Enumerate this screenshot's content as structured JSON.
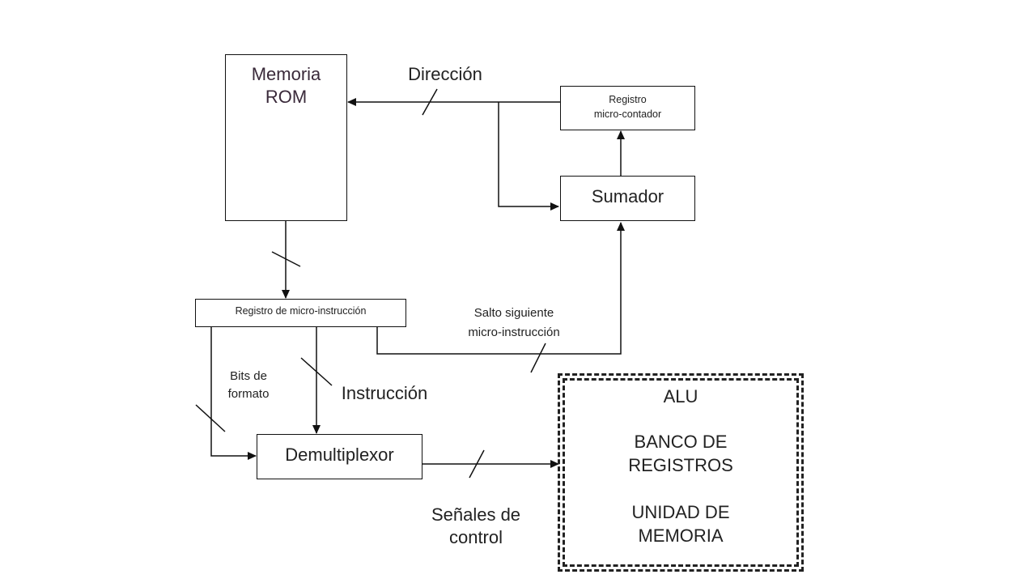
{
  "blocks": {
    "rom": {
      "line1": "Memoria",
      "line2": "ROM"
    },
    "micro_counter": {
      "line1": "Registro",
      "line2": "micro-contador"
    },
    "adder": {
      "label": "Sumador"
    },
    "micro_instruction_register": {
      "label": "Registro de  micro-instrucción"
    },
    "demux": {
      "label": "Demultiplexor"
    },
    "datapath": {
      "alu": "ALU",
      "bank_line1": "BANCO DE",
      "bank_line2": "REGISTROS",
      "mem_line1": "UNIDAD DE",
      "mem_line2": "MEMORIA"
    }
  },
  "signals": {
    "address": "Dirección",
    "next_jump_line1": "Salto siguiente",
    "next_jump_line2": "micro-instrucción",
    "format_line1": "Bits de",
    "format_line2": "formato",
    "instruction": "Instrucción",
    "control_line1": "Señales de",
    "control_line2": "control"
  }
}
